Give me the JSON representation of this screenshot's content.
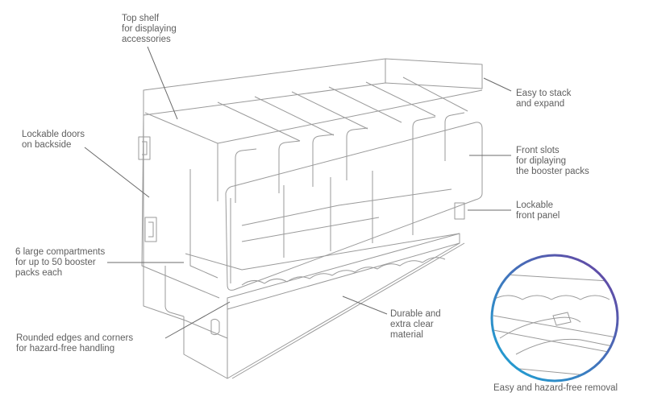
{
  "callouts": {
    "top_shelf": "Top shelf\nfor displaying\naccessories",
    "lockable_doors": "Lockable doors\non backside",
    "compartments": "6 large compartments\nfor up to 50 booster\npacks each",
    "rounded_edges": "Rounded edges and corners\nfor hazard-free handling",
    "stack": "Easy to stack\nand expand",
    "front_slots": "Front slots\nfor diplaying\nthe booster packs",
    "front_panel": "Lockable\nfront panel",
    "material": "Durable and\nextra clear\nmaterial",
    "removal": "Easy and hazard-free removal"
  },
  "colors": {
    "line": "#6b6b6b",
    "sketch": "#9a9a9a",
    "ring_start": "#1aa7d6",
    "ring_end": "#6a3fa0"
  }
}
